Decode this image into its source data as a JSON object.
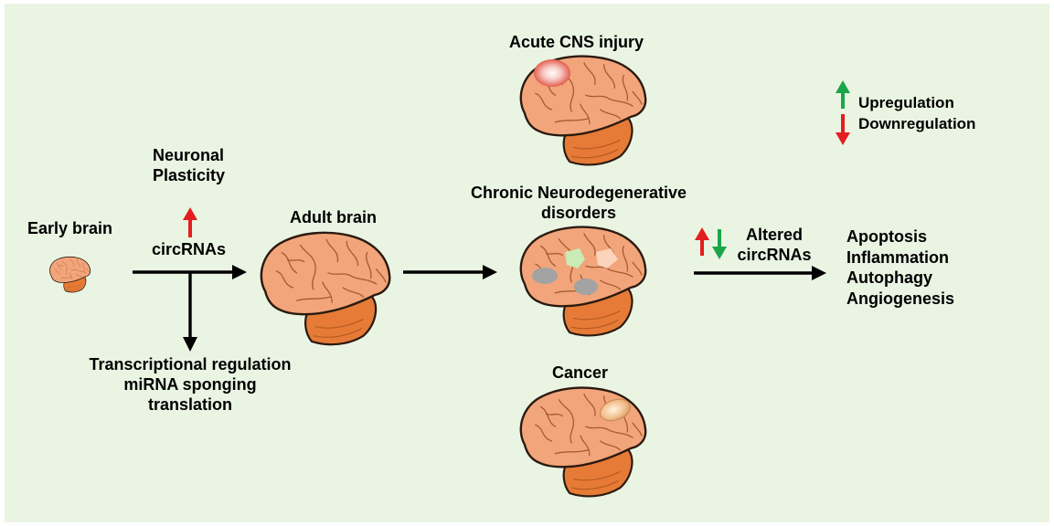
{
  "labels": {
    "early_brain": "Early brain",
    "neuronal_plasticity": [
      "Neuronal",
      "Plasticity"
    ],
    "circrnas": "circRNAs",
    "adult_brain": "Adult brain",
    "regulation_list": [
      "Transcriptional regulation",
      "miRNA sponging",
      "translation"
    ],
    "acute_cns_injury": "Acute CNS injury",
    "chronic_neuro": [
      "Chronic Neurodegenerative",
      "disorders"
    ],
    "cancer": "Cancer",
    "altered_circrnas": [
      "Altered",
      "circRNAs"
    ],
    "outcomes": [
      "Apoptosis",
      "Inflammation",
      "Autophagy",
      "Angiogenesis"
    ]
  },
  "legend": {
    "upregulation": "Upregulation",
    "downregulation": "Downregulation"
  },
  "colors": {
    "background": "#eaf4e2",
    "brain_cerebrum": "#f2a57a",
    "brain_cerebellum": "#e57b36",
    "brain_outline": "#2b1a10",
    "up_arrow": "#1aa548",
    "down_arrow": "#e41e1e",
    "injury": "#e04a3a",
    "plaque_gray": "#a3a3a3",
    "plaque_green": "#c9ebb6",
    "plaque_peach": "#fcd4bb",
    "tumor": "#f4c493"
  }
}
